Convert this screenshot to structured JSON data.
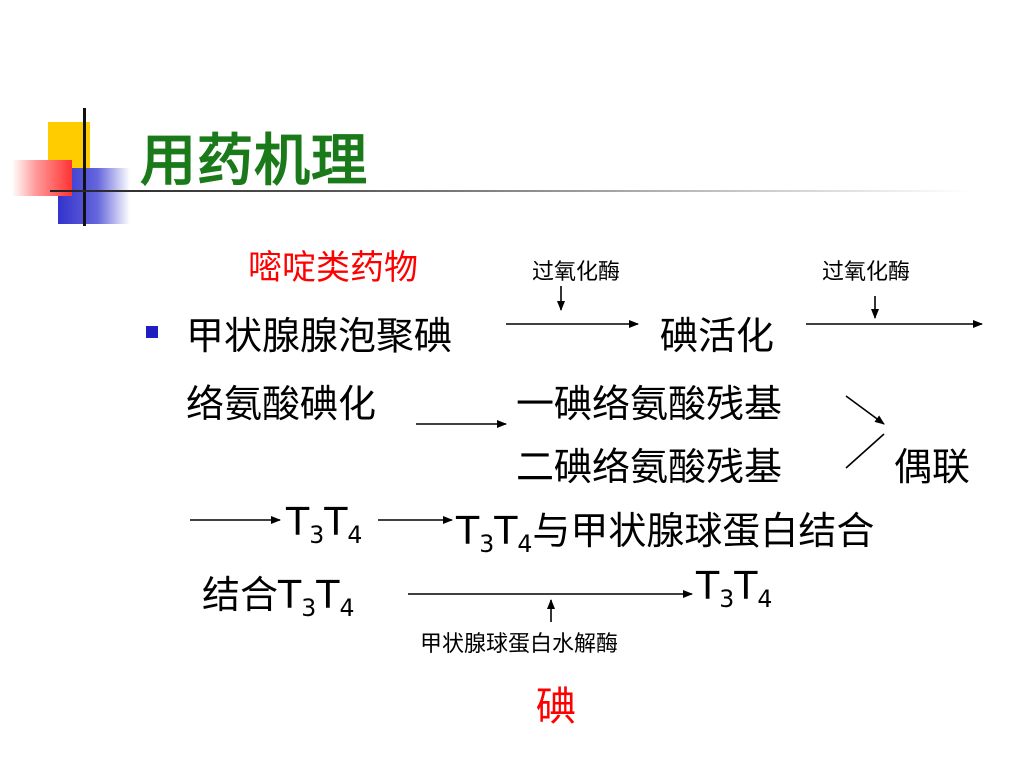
{
  "slide": {
    "title": "用药机理",
    "drug_label": "嘧啶类药物",
    "enzyme_label_1": "过氧化酶",
    "enzyme_label_2": "过氧化酶",
    "step1_text": "甲状腺腺泡聚碘",
    "step2_text": "碘活化",
    "step3_text": "络氨酸碘化",
    "product_1": "一碘络氨酸残基",
    "product_2": "二碘络氨酸残基",
    "product_join": "偶联",
    "t3": "T",
    "t3_sub": "3",
    "t4": "T",
    "t4_sub": "4",
    "bound_text": "与甲状腺球蛋白结合",
    "bound_prefix": "结合",
    "hydrolase_label": "甲状腺球蛋白水解酶",
    "iodine_label": "碘"
  }
}
